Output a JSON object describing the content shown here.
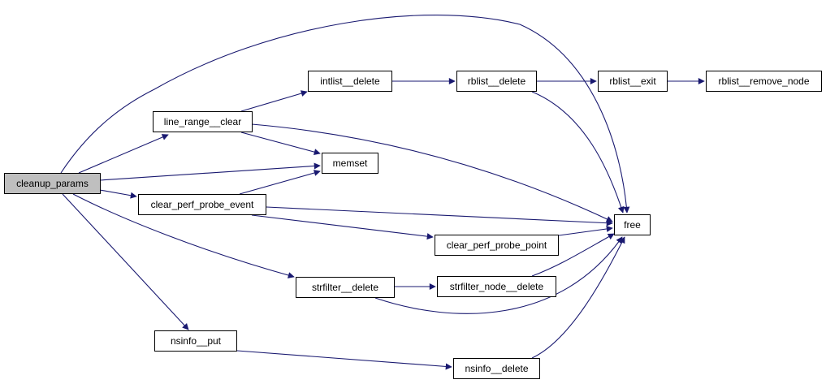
{
  "graph": {
    "edge_color": "#191970",
    "root_fill": "#bfbfbf",
    "nodes": {
      "cleanup_params": "cleanup_params",
      "line_range__clear": "line_range__clear",
      "intlist__delete": "intlist__delete",
      "memset": "memset",
      "clear_perf_probe_event": "clear_perf_probe_event",
      "rblist__delete": "rblist__delete",
      "rblist__exit": "rblist__exit",
      "rblist__remove_node": "rblist__remove_node",
      "free": "free",
      "clear_perf_probe_point": "clear_perf_probe_point",
      "strfilter__delete": "strfilter__delete",
      "strfilter_node__delete": "strfilter_node__delete",
      "nsinfo__put": "nsinfo__put",
      "nsinfo__delete": "nsinfo__delete"
    },
    "edges": [
      [
        "cleanup_params",
        "free"
      ],
      [
        "cleanup_params",
        "line_range__clear"
      ],
      [
        "cleanup_params",
        "memset"
      ],
      [
        "cleanup_params",
        "clear_perf_probe_event"
      ],
      [
        "cleanup_params",
        "strfilter__delete"
      ],
      [
        "cleanup_params",
        "nsinfo__put"
      ],
      [
        "line_range__clear",
        "intlist__delete"
      ],
      [
        "line_range__clear",
        "memset"
      ],
      [
        "line_range__clear",
        "free"
      ],
      [
        "intlist__delete",
        "rblist__delete"
      ],
      [
        "rblist__delete",
        "rblist__exit"
      ],
      [
        "rblist__exit",
        "rblist__remove_node"
      ],
      [
        "rblist__delete",
        "free"
      ],
      [
        "clear_perf_probe_event",
        "memset"
      ],
      [
        "clear_perf_probe_event",
        "free"
      ],
      [
        "clear_perf_probe_event",
        "clear_perf_probe_point"
      ],
      [
        "clear_perf_probe_point",
        "free"
      ],
      [
        "strfilter__delete",
        "strfilter_node__delete"
      ],
      [
        "strfilter__delete",
        "free"
      ],
      [
        "strfilter_node__delete",
        "free"
      ],
      [
        "nsinfo__put",
        "nsinfo__delete"
      ],
      [
        "nsinfo__delete",
        "free"
      ]
    ]
  }
}
